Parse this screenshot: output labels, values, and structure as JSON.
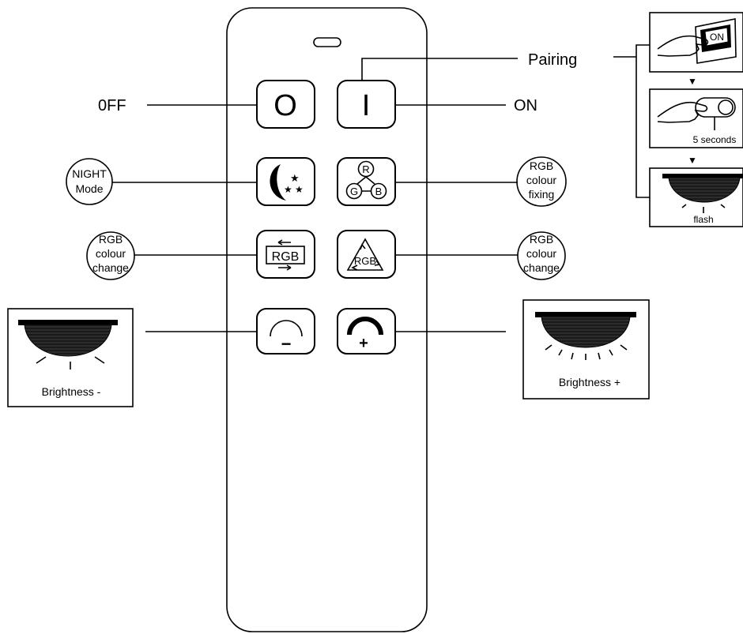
{
  "labels": {
    "off": "0FF",
    "on": "ON",
    "pairing": "Pairing",
    "night_line1": "NIGHT",
    "night_line2": "Mode",
    "rgb_fix_line1": "RGB",
    "rgb_fix_line2": "colour",
    "rgb_fix_line3": "fixing",
    "rgb_change_left_line1": "RGB",
    "rgb_change_left_line2": "colour",
    "rgb_change_left_line3": "change",
    "rgb_change_right_line1": "RGB",
    "rgb_change_right_line2": "colour",
    "rgb_change_right_line3": "change",
    "brightness_minus": "Brightness -",
    "brightness_plus": "Brightness +"
  },
  "buttons": {
    "off_symbol": "O",
    "on_symbol": "I",
    "rgb_fix_r": "R",
    "rgb_fix_g": "G",
    "rgb_fix_b": "B",
    "rgb_loop": "RGB",
    "rgb_triangle": "RGB",
    "minus_symbol": "−",
    "plus_symbol": "+"
  },
  "pairing_steps": {
    "step1_switch": "ON",
    "step2_caption": "5 seconds",
    "step3_caption": "flash"
  },
  "icons": [
    "moon-stars-icon",
    "lamp-icon",
    "hand-icon",
    "down-arrow-icon",
    "dimmer-arc-icon"
  ]
}
